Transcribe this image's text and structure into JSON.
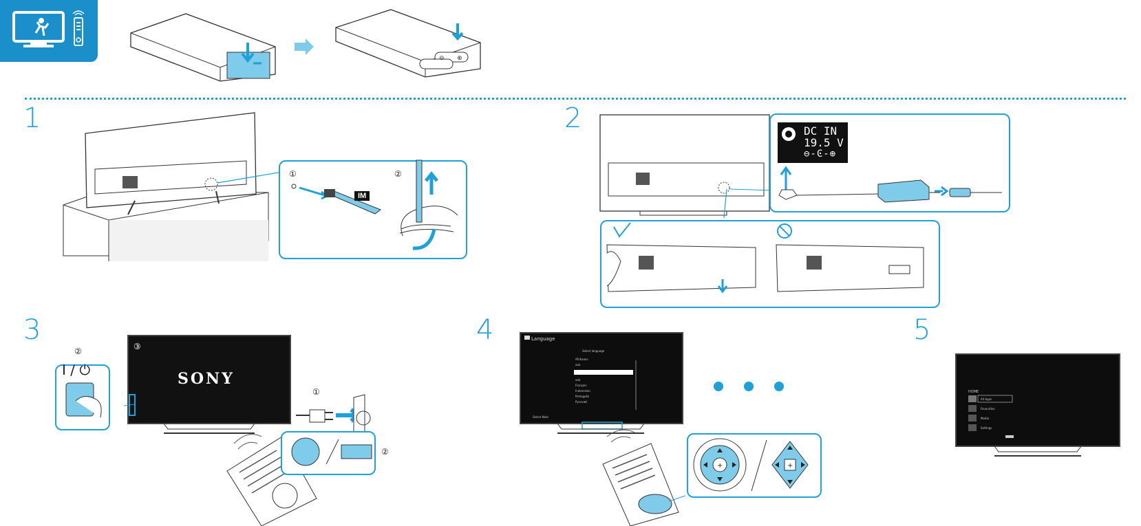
{
  "steps": {
    "step1": "1",
    "step2": "2",
    "step3": "3",
    "step4": "4",
    "step5": "5"
  },
  "labels": {
    "im": "IM",
    "dc_in_line1": "DC IN",
    "dc_in_line2": "19.5 V",
    "sony_logo": "SONY",
    "power_symbol": "I / ⏻",
    "circled_1": "①",
    "circled_2": "②",
    "circled_3": "③"
  },
  "screen4": {
    "title": "Language",
    "subtitle": "Select language",
    "items": [
      "Afrikaans",
      "aaa",
      "",
      "aaa",
      "Français",
      "Indonesian",
      "Português",
      "Pусский"
    ],
    "footer": "Select  Next"
  },
  "screen5": {
    "menu_title": "HOME",
    "items": [
      "All Apps",
      "Favourites",
      "Media",
      "Settings"
    ]
  },
  "colors": {
    "accent": "#1ea0d8",
    "light_blue": "#7fcbea",
    "badge": "#1a8fc9"
  },
  "icons": {
    "header": "tv-remote-icon",
    "ok": "check-icon",
    "ng": "prohibited-icon"
  }
}
